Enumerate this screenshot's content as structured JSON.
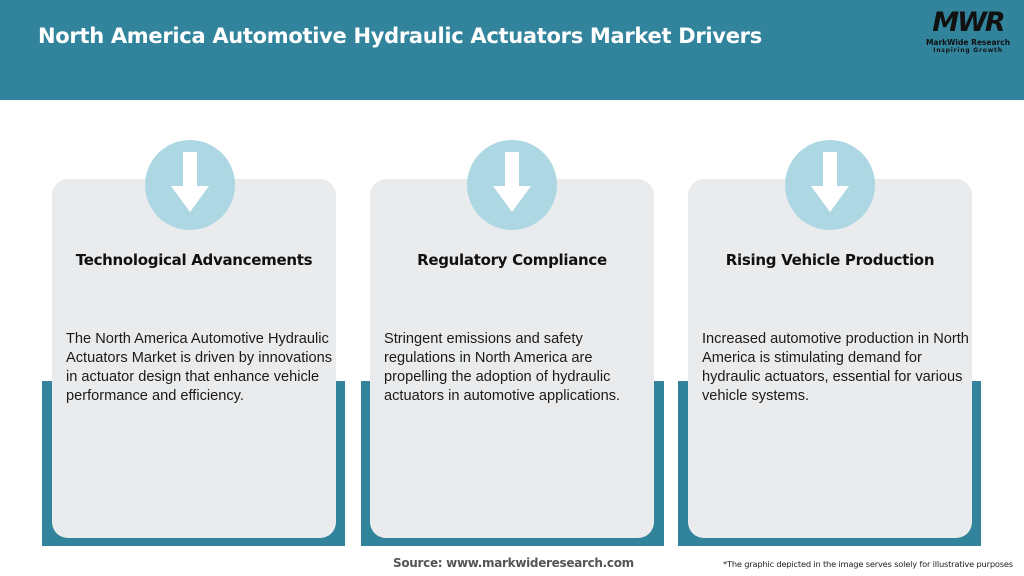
{
  "header": {
    "title": "North America Automotive Hydraulic Actuators Market Drivers",
    "background_color": "#32849c"
  },
  "logo": {
    "mark": "MWR",
    "name": "MarkWide Research",
    "tagline": "Inspiring Growth"
  },
  "cards": [
    {
      "icon": "arrow-down-icon",
      "title": "Technological Advancements",
      "body": "The North America Automotive Hydraulic Actuators Market is driven by innovations in actuator design that enhance vehicle performance and efficiency."
    },
    {
      "icon": "arrow-down-icon",
      "title": "Regulatory Compliance",
      "body": "Stringent emissions and safety regulations in North America are propelling the adoption of hydraulic actuators in automotive applications."
    },
    {
      "icon": "arrow-down-icon",
      "title": "Rising Vehicle Production",
      "body": "Increased automotive production in North America is stimulating demand for hydraulic actuators, essential for various vehicle systems."
    }
  ],
  "colors": {
    "accent": "#32849c",
    "card_bg": "#e9ebed",
    "icon_circle": "#acd7e3"
  },
  "footer": {
    "source": "Source: www.markwideresearch.com",
    "disclaimer": "*The graphic depicted in the image serves solely for illustrative purposes"
  }
}
